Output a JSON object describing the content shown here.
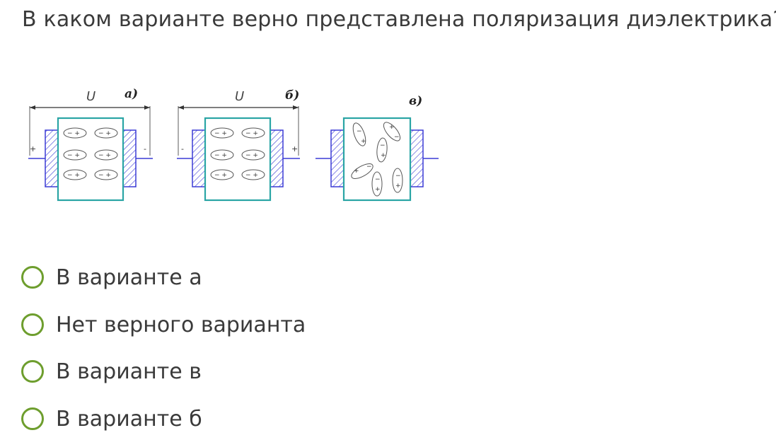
{
  "question": {
    "text": "В каком варианте верно представлена поляризация диэлектрика?"
  },
  "figure": {
    "panels": [
      {
        "label": "а)",
        "voltage_label": "U",
        "left_sign": "+",
        "right_sign": "-"
      },
      {
        "label": "б)",
        "voltage_label": "U",
        "left_sign": "-",
        "right_sign": "+"
      },
      {
        "label": "в)"
      }
    ],
    "colors": {
      "electrode": "#3b3bd6",
      "dielectric": "#2aa5a5",
      "line": "#333333"
    }
  },
  "options": [
    {
      "label": "В варианте а",
      "selected": false
    },
    {
      "label": "Нет верного варианта",
      "selected": false
    },
    {
      "label": "В варианте в",
      "selected": false
    },
    {
      "label": "В варианте б",
      "selected": false
    }
  ],
  "accent_color": "#6e9e2e"
}
